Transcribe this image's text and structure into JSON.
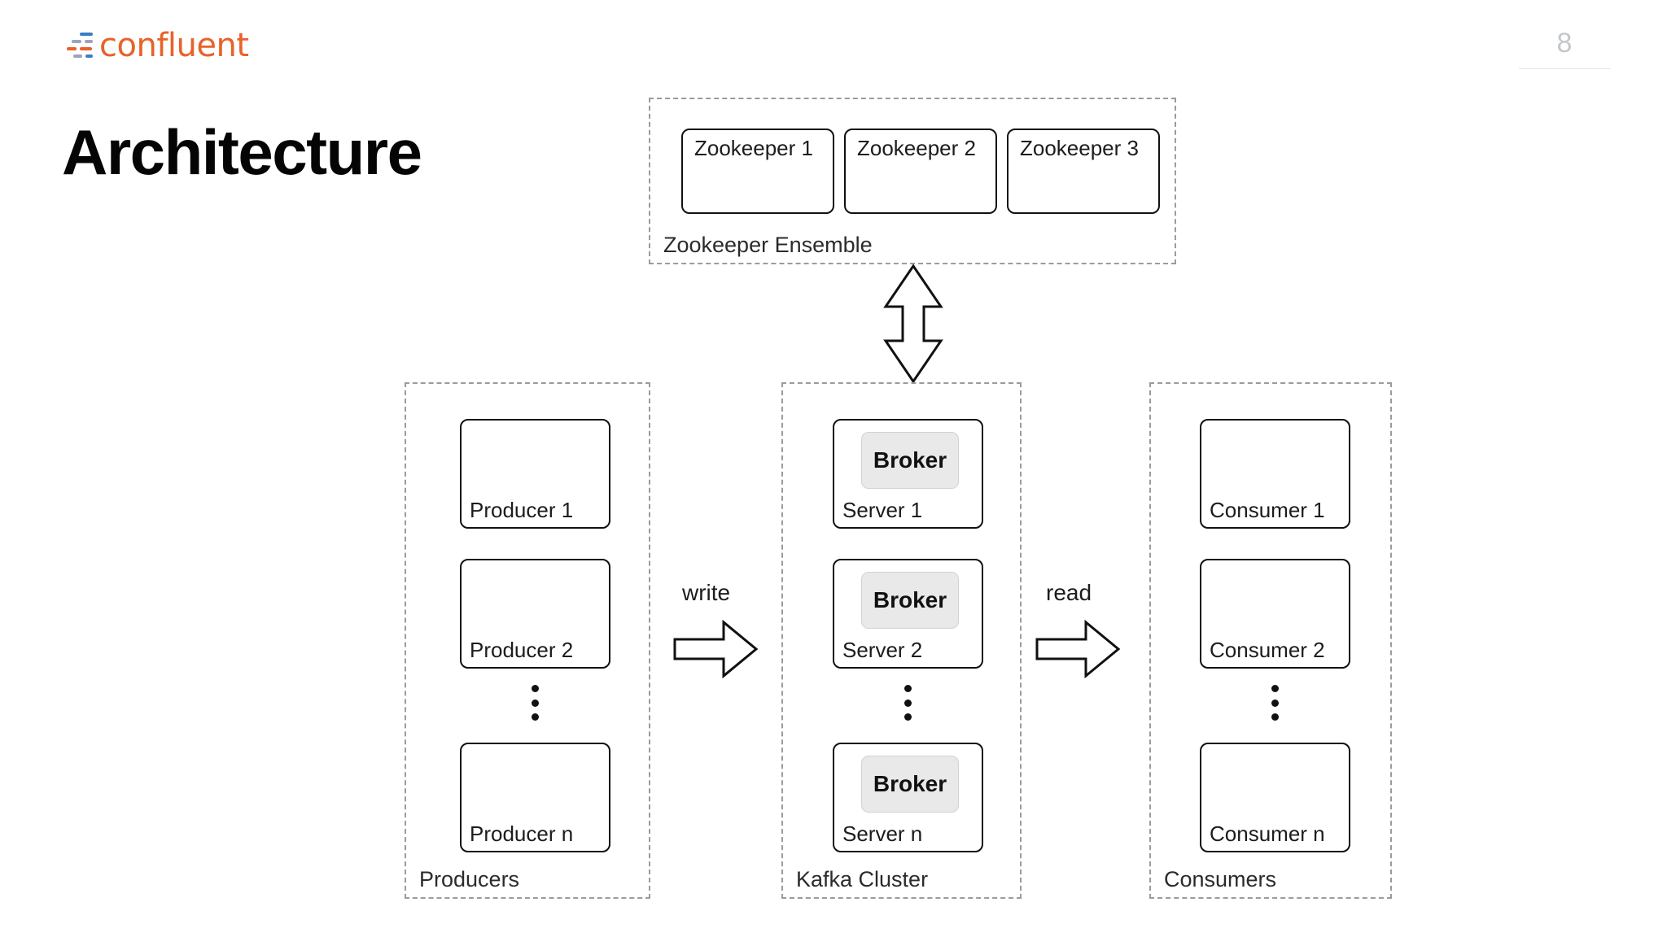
{
  "brand": {
    "name": "confluent",
    "logo_colors": {
      "orange": "#e8622a",
      "blue": "#3a7fc1",
      "gray_blue": "#9aa4bd"
    }
  },
  "header": {
    "page_number": "8"
  },
  "title": "Architecture",
  "diagram": {
    "zookeeper_group": {
      "label": "Zookeeper Ensemble",
      "nodes": [
        {
          "label": "Zookeeper 1"
        },
        {
          "label": "Zookeeper 2"
        },
        {
          "label": "Zookeeper 3"
        }
      ]
    },
    "producers_group": {
      "label": "Producers",
      "nodes": [
        {
          "label": "Producer 1"
        },
        {
          "label": "Producer 2"
        },
        {
          "label": "Producer n"
        }
      ],
      "ellipsis": "vertical-ellipsis"
    },
    "kafka_group": {
      "label": "Kafka Cluster",
      "nodes": [
        {
          "label": "Server 1",
          "inner": "Broker"
        },
        {
          "label": "Server 2",
          "inner": "Broker"
        },
        {
          "label": "Server n",
          "inner": "Broker"
        }
      ],
      "ellipsis": "vertical-ellipsis"
    },
    "consumers_group": {
      "label": "Consumers",
      "nodes": [
        {
          "label": "Consumer 1"
        },
        {
          "label": "Consumer 2"
        },
        {
          "label": "Consumer n"
        }
      ],
      "ellipsis": "vertical-ellipsis"
    },
    "connectors": {
      "zookeeper_kafka": {
        "kind": "double-headed-vertical-arrow",
        "label": ""
      },
      "write": {
        "kind": "block-arrow-right",
        "label": "write"
      },
      "read": {
        "kind": "block-arrow-right",
        "label": "read"
      }
    },
    "colors": {
      "group_border": "#9b9b9b",
      "node_border": "#111111",
      "broker_fill": "#e9e9e9",
      "background": "#ffffff"
    }
  }
}
